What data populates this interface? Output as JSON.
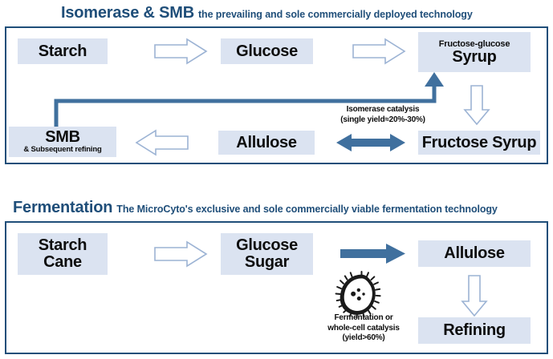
{
  "sections": [
    {
      "id": "isomerase",
      "title_main": "Isomerase & SMB",
      "title_sub": "the prevailing and sole commercially deployed technology",
      "nodes": {
        "starch": "Starch",
        "glucose": "Glucose",
        "syrup_line1": "Fructose-glucose",
        "syrup_line2": "Syrup",
        "fructose_syrup": "Fructose Syrup",
        "allulose": "Allulose",
        "smb_line1": "SMB",
        "smb_line2": "& Subsequent refining"
      },
      "captions": {
        "isomerase_line1": "Isomerase catalysis",
        "isomerase_line2": "(single yield≈20%-30%)"
      },
      "arrows": [
        {
          "name": "starch-to-glucose",
          "style": "hollow-right"
        },
        {
          "name": "glucose-to-syrup",
          "style": "hollow-right"
        },
        {
          "name": "syrup-to-fructose-syrup",
          "style": "hollow-down"
        },
        {
          "name": "allulose-fructose-syrup-reversible",
          "style": "solid-double"
        },
        {
          "name": "allulose-to-smb",
          "style": "hollow-left"
        },
        {
          "name": "smb-recycle-to-syrup",
          "style": "connector-elbow"
        }
      ]
    },
    {
      "id": "fermentation",
      "title_main": "Fermentation",
      "title_sub": "The MicroCyto's exclusive and sole commercially viable fermentation technology",
      "nodes": {
        "starch_cane_line1": "Starch",
        "starch_cane_line2": "Cane",
        "glucose_sugar_line1": "Glucose",
        "glucose_sugar_line2": "Sugar",
        "allulose": "Allulose",
        "refining": "Refining"
      },
      "captions": {
        "fermentation_line1": "Fermentation or",
        "fermentation_line2": "whole-cell catalysis",
        "fermentation_line3": "(yield>60%)"
      },
      "icons": [
        {
          "name": "microbe-icon",
          "label": "bacterium"
        }
      ],
      "arrows": [
        {
          "name": "starch-cane-to-glucose-sugar",
          "style": "hollow-right"
        },
        {
          "name": "glucose-sugar-to-allulose",
          "style": "solid-right"
        },
        {
          "name": "allulose-to-refining",
          "style": "hollow-down"
        }
      ]
    }
  ],
  "colors": {
    "title": "#1f4e79",
    "panel_border": "#1f4e79",
    "node_fill": "#dbe3f1",
    "solid_arrow": "#40709e",
    "hollow_arrow_stroke": "#9cb3d4",
    "text": "#0d0d0d"
  }
}
